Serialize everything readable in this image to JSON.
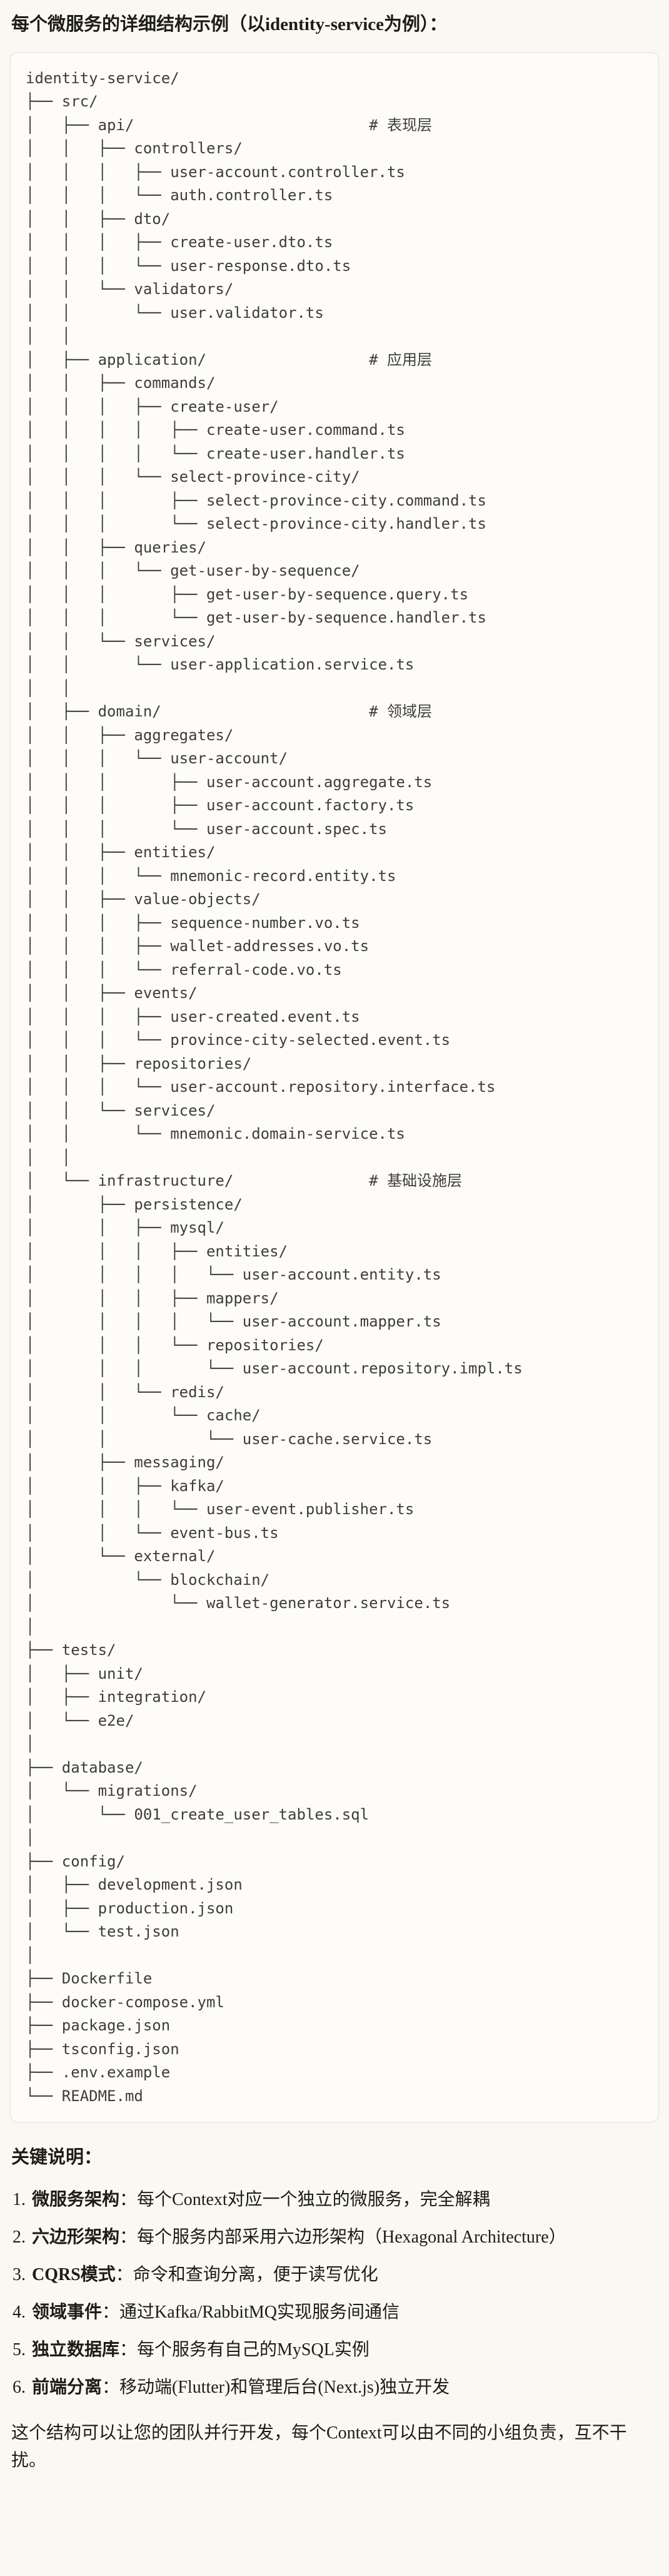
{
  "title": "每个微服务的详细结构示例（以identity-service为例）：",
  "code_block": {
    "lines": [
      "identity-service/",
      "├── src/",
      "│   ├── api/                          # 表现层",
      "│   │   ├── controllers/",
      "│   │   │   ├── user-account.controller.ts",
      "│   │   │   └── auth.controller.ts",
      "│   │   ├── dto/",
      "│   │   │   ├── create-user.dto.ts",
      "│   │   │   └── user-response.dto.ts",
      "│   │   └── validators/",
      "│   │       └── user.validator.ts",
      "│   │",
      "│   ├── application/                  # 应用层",
      "│   │   ├── commands/",
      "│   │   │   ├── create-user/",
      "│   │   │   │   ├── create-user.command.ts",
      "│   │   │   │   └── create-user.handler.ts",
      "│   │   │   └── select-province-city/",
      "│   │   │       ├── select-province-city.command.ts",
      "│   │   │       └── select-province-city.handler.ts",
      "│   │   ├── queries/",
      "│   │   │   └── get-user-by-sequence/",
      "│   │   │       ├── get-user-by-sequence.query.ts",
      "│   │   │       └── get-user-by-sequence.handler.ts",
      "│   │   └── services/",
      "│   │       └── user-application.service.ts",
      "│   │",
      "│   ├── domain/                       # 领域层",
      "│   │   ├── aggregates/",
      "│   │   │   └── user-account/",
      "│   │   │       ├── user-account.aggregate.ts",
      "│   │   │       ├── user-account.factory.ts",
      "│   │   │       └── user-account.spec.ts",
      "│   │   ├── entities/",
      "│   │   │   └── mnemonic-record.entity.ts",
      "│   │   ├── value-objects/",
      "│   │   │   ├── sequence-number.vo.ts",
      "│   │   │   ├── wallet-addresses.vo.ts",
      "│   │   │   └── referral-code.vo.ts",
      "│   │   ├── events/",
      "│   │   │   ├── user-created.event.ts",
      "│   │   │   └── province-city-selected.event.ts",
      "│   │   ├── repositories/",
      "│   │   │   └── user-account.repository.interface.ts",
      "│   │   └── services/",
      "│   │       └── mnemonic.domain-service.ts",
      "│   │",
      "│   └── infrastructure/               # 基础设施层",
      "│       ├── persistence/",
      "│       │   ├── mysql/",
      "│       │   │   ├── entities/",
      "│       │   │   │   └── user-account.entity.ts",
      "│       │   │   ├── mappers/",
      "│       │   │   │   └── user-account.mapper.ts",
      "│       │   │   └── repositories/",
      "│       │   │       └── user-account.repository.impl.ts",
      "│       │   └── redis/",
      "│       │       └── cache/",
      "│       │           └── user-cache.service.ts",
      "│       ├── messaging/",
      "│       │   ├── kafka/",
      "│       │   │   └── user-event.publisher.ts",
      "│       │   └── event-bus.ts",
      "│       └── external/",
      "│           └── blockchain/",
      "│               └── wallet-generator.service.ts",
      "│",
      "├── tests/",
      "│   ├── unit/",
      "│   ├── integration/",
      "│   └── e2e/",
      "│",
      "├── database/",
      "│   └── migrations/",
      "│       └── 001_create_user_tables.sql",
      "│",
      "├── config/",
      "│   ├── development.json",
      "│   ├── production.json",
      "│   └── test.json",
      "│",
      "├── Dockerfile",
      "├── docker-compose.yml",
      "├── package.json",
      "├── tsconfig.json",
      "├── .env.example",
      "└── README.md"
    ]
  },
  "notes": {
    "heading": "关键说明：",
    "items": [
      {
        "num": "1.",
        "term": "微服务架构",
        "desc": "：每个Context对应一个独立的微服务，完全解耦"
      },
      {
        "num": "2.",
        "term": "六边形架构",
        "desc": "：每个服务内部采用六边形架构（Hexagonal Architecture）"
      },
      {
        "num": "3.",
        "term": "CQRS模式",
        "desc": "：命令和查询分离，便于读写优化"
      },
      {
        "num": "4.",
        "term": "领域事件",
        "desc": "：通过Kafka/RabbitMQ实现服务间通信"
      },
      {
        "num": "5.",
        "term": "独立数据库",
        "desc": "：每个服务有自己的MySQL实例"
      },
      {
        "num": "6.",
        "term": "前端分离",
        "desc": "：移动端(Flutter)和管理后台(Next.js)独立开发"
      }
    ]
  },
  "closing": "这个结构可以让您的团队并行开发，每个Context可以由不同的小组负责，互不干扰。",
  "colors": {
    "page_bg": "#F9F8F3",
    "code_bg": "#FDFCF8",
    "code_border": "#E3E1D8",
    "text": "#1D1C17",
    "code_text": "#3E3D38"
  }
}
